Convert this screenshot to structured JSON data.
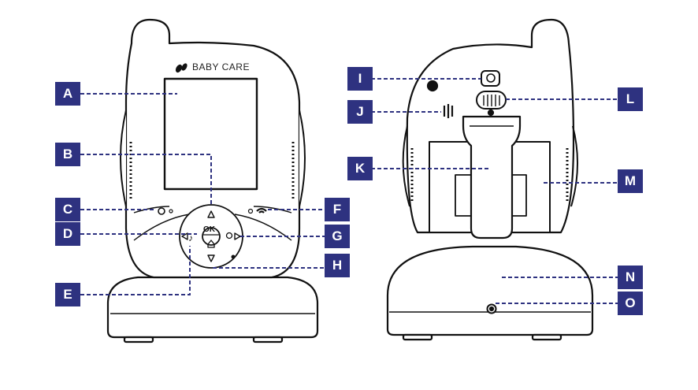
{
  "brand": {
    "text": "BABY CARE",
    "icon": "baby-feet-logo-icon"
  },
  "buttons": {
    "ok_label": "OK"
  },
  "callouts": [
    {
      "id": "A",
      "label": "A"
    },
    {
      "id": "B",
      "label": "B"
    },
    {
      "id": "C",
      "label": "C"
    },
    {
      "id": "D",
      "label": "D"
    },
    {
      "id": "E",
      "label": "E"
    },
    {
      "id": "F",
      "label": "F"
    },
    {
      "id": "G",
      "label": "G"
    },
    {
      "id": "H",
      "label": "H"
    },
    {
      "id": "I",
      "label": "I"
    },
    {
      "id": "J",
      "label": "J"
    },
    {
      "id": "K",
      "label": "K"
    },
    {
      "id": "L",
      "label": "L"
    },
    {
      "id": "M",
      "label": "M"
    },
    {
      "id": "N",
      "label": "N"
    },
    {
      "id": "O",
      "label": "O"
    }
  ],
  "colors": {
    "callout_bg": "#2e3280",
    "leader": "#2e3280",
    "outline": "#111111"
  }
}
